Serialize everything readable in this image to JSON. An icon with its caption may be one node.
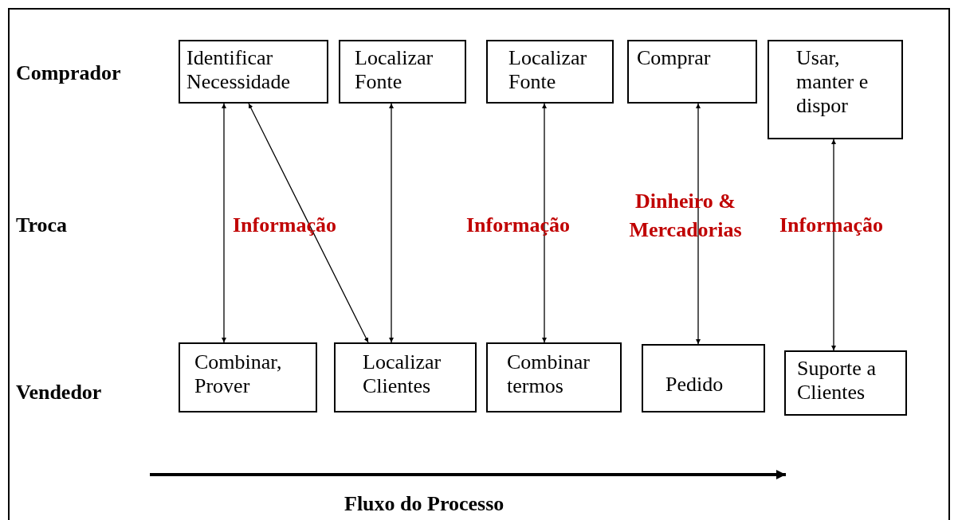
{
  "diagram": {
    "nodes": [
      {
        "text": [
          "Identificar Necessidade"
        ]
      },
      {
        "text": [
          "Localizar Fonte"
        ]
      },
      {
        "text": [
          "Localizar Fonte"
        ]
      },
      {
        "text": [
          "Comprar"
        ]
      },
      {
        "text": [
          "Usar, manter e dispor"
        ]
      },
      {
        "text": [
          "Combinar, Prover"
        ]
      },
      {
        "text": [
          "Localizar Clientes"
        ]
      },
      {
        "text": [
          "Combinar termos"
        ]
      },
      {
        "text": [
          "Pedido"
        ]
      },
      {
        "text": [
          "Suporte a Clientes"
        ]
      }
    ],
    "edges": [
      {
        "from": 0,
        "to": 5,
        "arrow": "both"
      },
      {
        "from": 0,
        "to": 6,
        "arrow": "both"
      },
      {
        "from": 1,
        "to": 6,
        "arrow": "both"
      },
      {
        "from": 2,
        "to": 7,
        "arrow": "both"
      },
      {
        "from": 3,
        "to": 8,
        "arrow": "both"
      },
      {
        "from": 4,
        "to": 9,
        "arrow": "both"
      }
    ],
    "labels": [
      "Comprador",
      "Troca",
      "Informação",
      "Informação",
      "Dinheiro & Mercadorias",
      "Informação",
      "Vendedor",
      "Fluxo do Processo"
    ]
  }
}
